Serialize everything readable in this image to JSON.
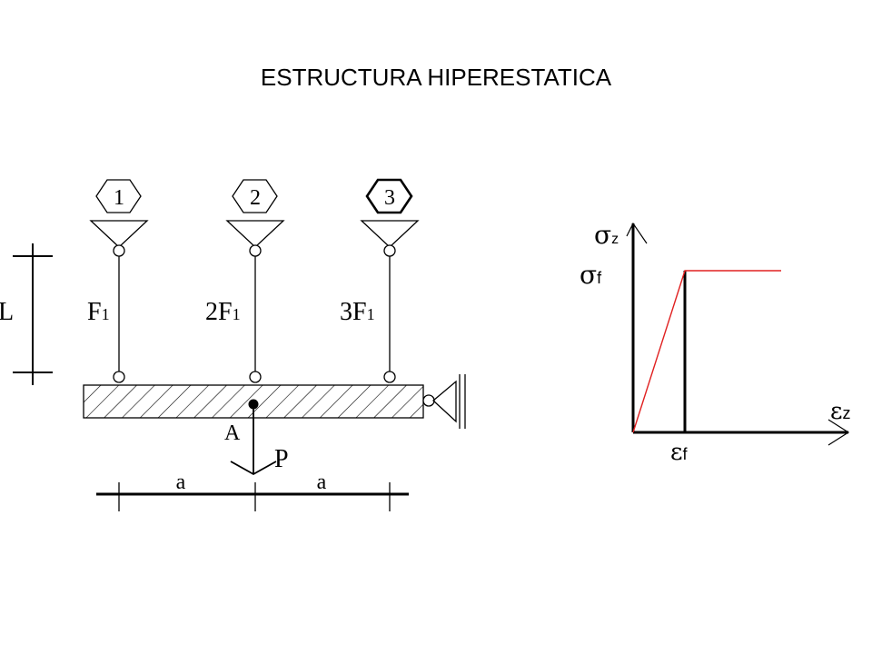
{
  "title": "ESTRUCTURA HIPERESTATICA",
  "bars": [
    {
      "number": "1",
      "area_label": "F",
      "area_sub": "1"
    },
    {
      "number": "2",
      "area_label": "2F",
      "area_sub": "1"
    },
    {
      "number": "3",
      "area_label": "3F",
      "area_sub": "1"
    }
  ],
  "length_label": "L",
  "point_label": "A",
  "load_label": "P",
  "span_labels": [
    "a",
    "a"
  ],
  "graph": {
    "y_axis_symbol": "σ",
    "y_axis_sub": "z",
    "x_axis_symbol": "ε",
    "x_axis_sub": "z",
    "yield_stress_symbol": "σ",
    "yield_stress_sub": "f",
    "yield_strain_symbol": "ε",
    "yield_strain_sub": "f"
  },
  "colors": {
    "ink": "#000000",
    "curve": "#e02020"
  }
}
